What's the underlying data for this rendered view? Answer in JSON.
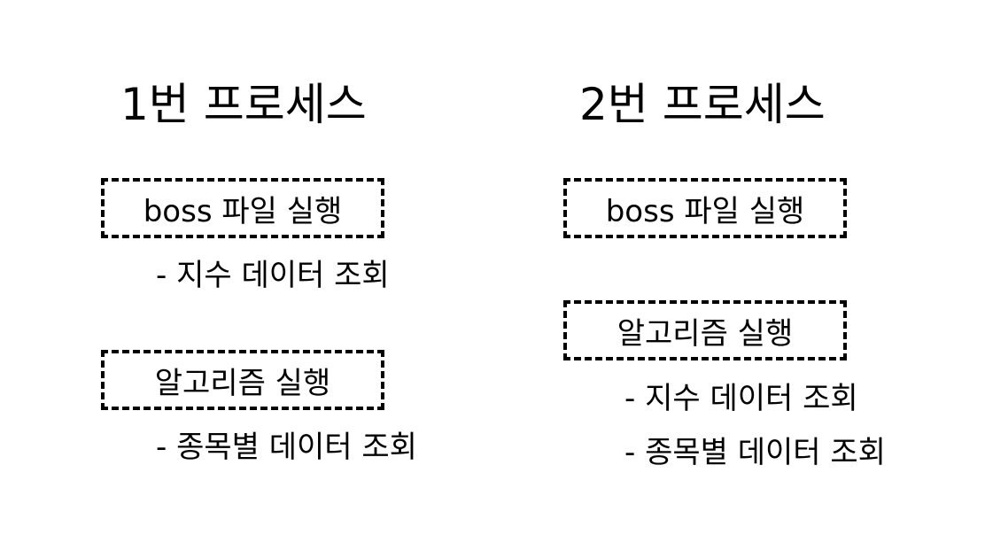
{
  "left": {
    "title": "1번 프로세스",
    "box1": "boss 파일 실행",
    "note1": "- 지수 데이터 조회",
    "box2": "알고리즘 실행",
    "note2": "- 종목별 데이터 조회"
  },
  "right": {
    "title": "2번 프로세스",
    "box1": "boss 파일 실행",
    "box2": "알고리즘 실행",
    "note1": "- 지수 데이터 조회",
    "note2": "- 종목별 데이터 조회"
  }
}
